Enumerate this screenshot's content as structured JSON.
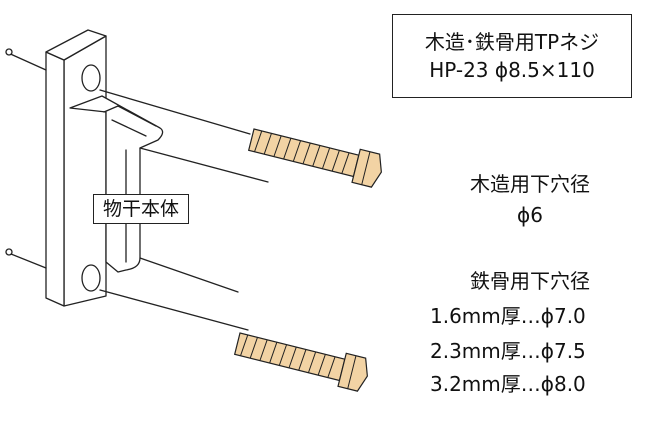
{
  "spec": {
    "line1": "木造･鉄骨用TPネジ",
    "line2": "HP-23  ϕ8.5×110"
  },
  "bracket_label": "物干本体",
  "wood": {
    "title": "木造用下穴径",
    "value": "ϕ6"
  },
  "steel": {
    "title": "鉄骨用下穴径",
    "rows": [
      "1.6mm厚…ϕ7.0",
      "2.3mm厚…ϕ7.5",
      "3.2mm厚…ϕ8.0"
    ]
  },
  "colors": {
    "screw": "#f2d3a4",
    "outline": "#222222"
  }
}
